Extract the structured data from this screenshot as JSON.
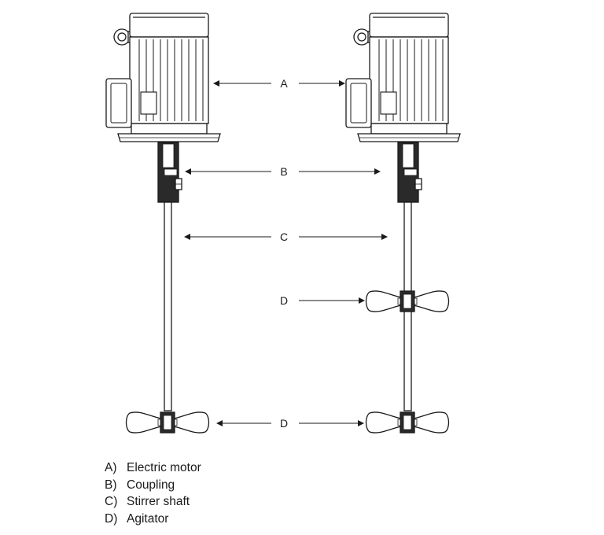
{
  "callouts": {
    "motor": "A",
    "coupling": "B",
    "shaft": "C",
    "agitator_upper": "D",
    "agitator_lower": "D"
  },
  "legend": [
    {
      "key": "A)",
      "label": "Electric motor"
    },
    {
      "key": "B)",
      "label": "Coupling"
    },
    {
      "key": "C)",
      "label": "Stirrer shaft"
    },
    {
      "key": "D)",
      "label": "Agitator"
    }
  ],
  "colors": {
    "stroke": "#1a1a1a",
    "fill": "#ffffff",
    "dark": "#222222"
  }
}
